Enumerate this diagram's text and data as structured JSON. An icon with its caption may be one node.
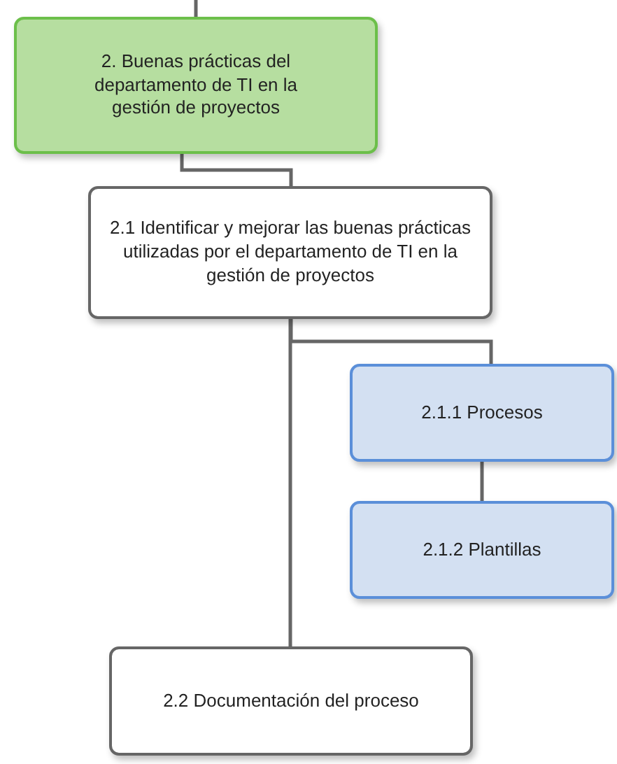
{
  "diagram": {
    "nodes": [
      {
        "text": [
          "2. Buenas prácticas del departamento de TI en la gestión de proyectos"
        ]
      },
      {
        "text": [
          "2.1 Identificar y mejorar las buenas prácticas utilizadas por el departamento de TI en la gestión de proyectos"
        ]
      },
      {
        "text": [
          "2.1.1 Procesos"
        ]
      },
      {
        "text": [
          "2.1.2 Plantillas"
        ]
      },
      {
        "text": [
          "2.2 Documentación del proceso"
        ]
      }
    ],
    "edges": [
      {
        "from": null,
        "to": 0,
        "arrow": "none"
      },
      {
        "from": 0,
        "to": 1,
        "arrow": "none"
      },
      {
        "from": 1,
        "to": 2,
        "arrow": "none"
      },
      {
        "from": 2,
        "to": 3,
        "arrow": "none"
      },
      {
        "from": 1,
        "to": 4,
        "arrow": "none"
      }
    ]
  }
}
